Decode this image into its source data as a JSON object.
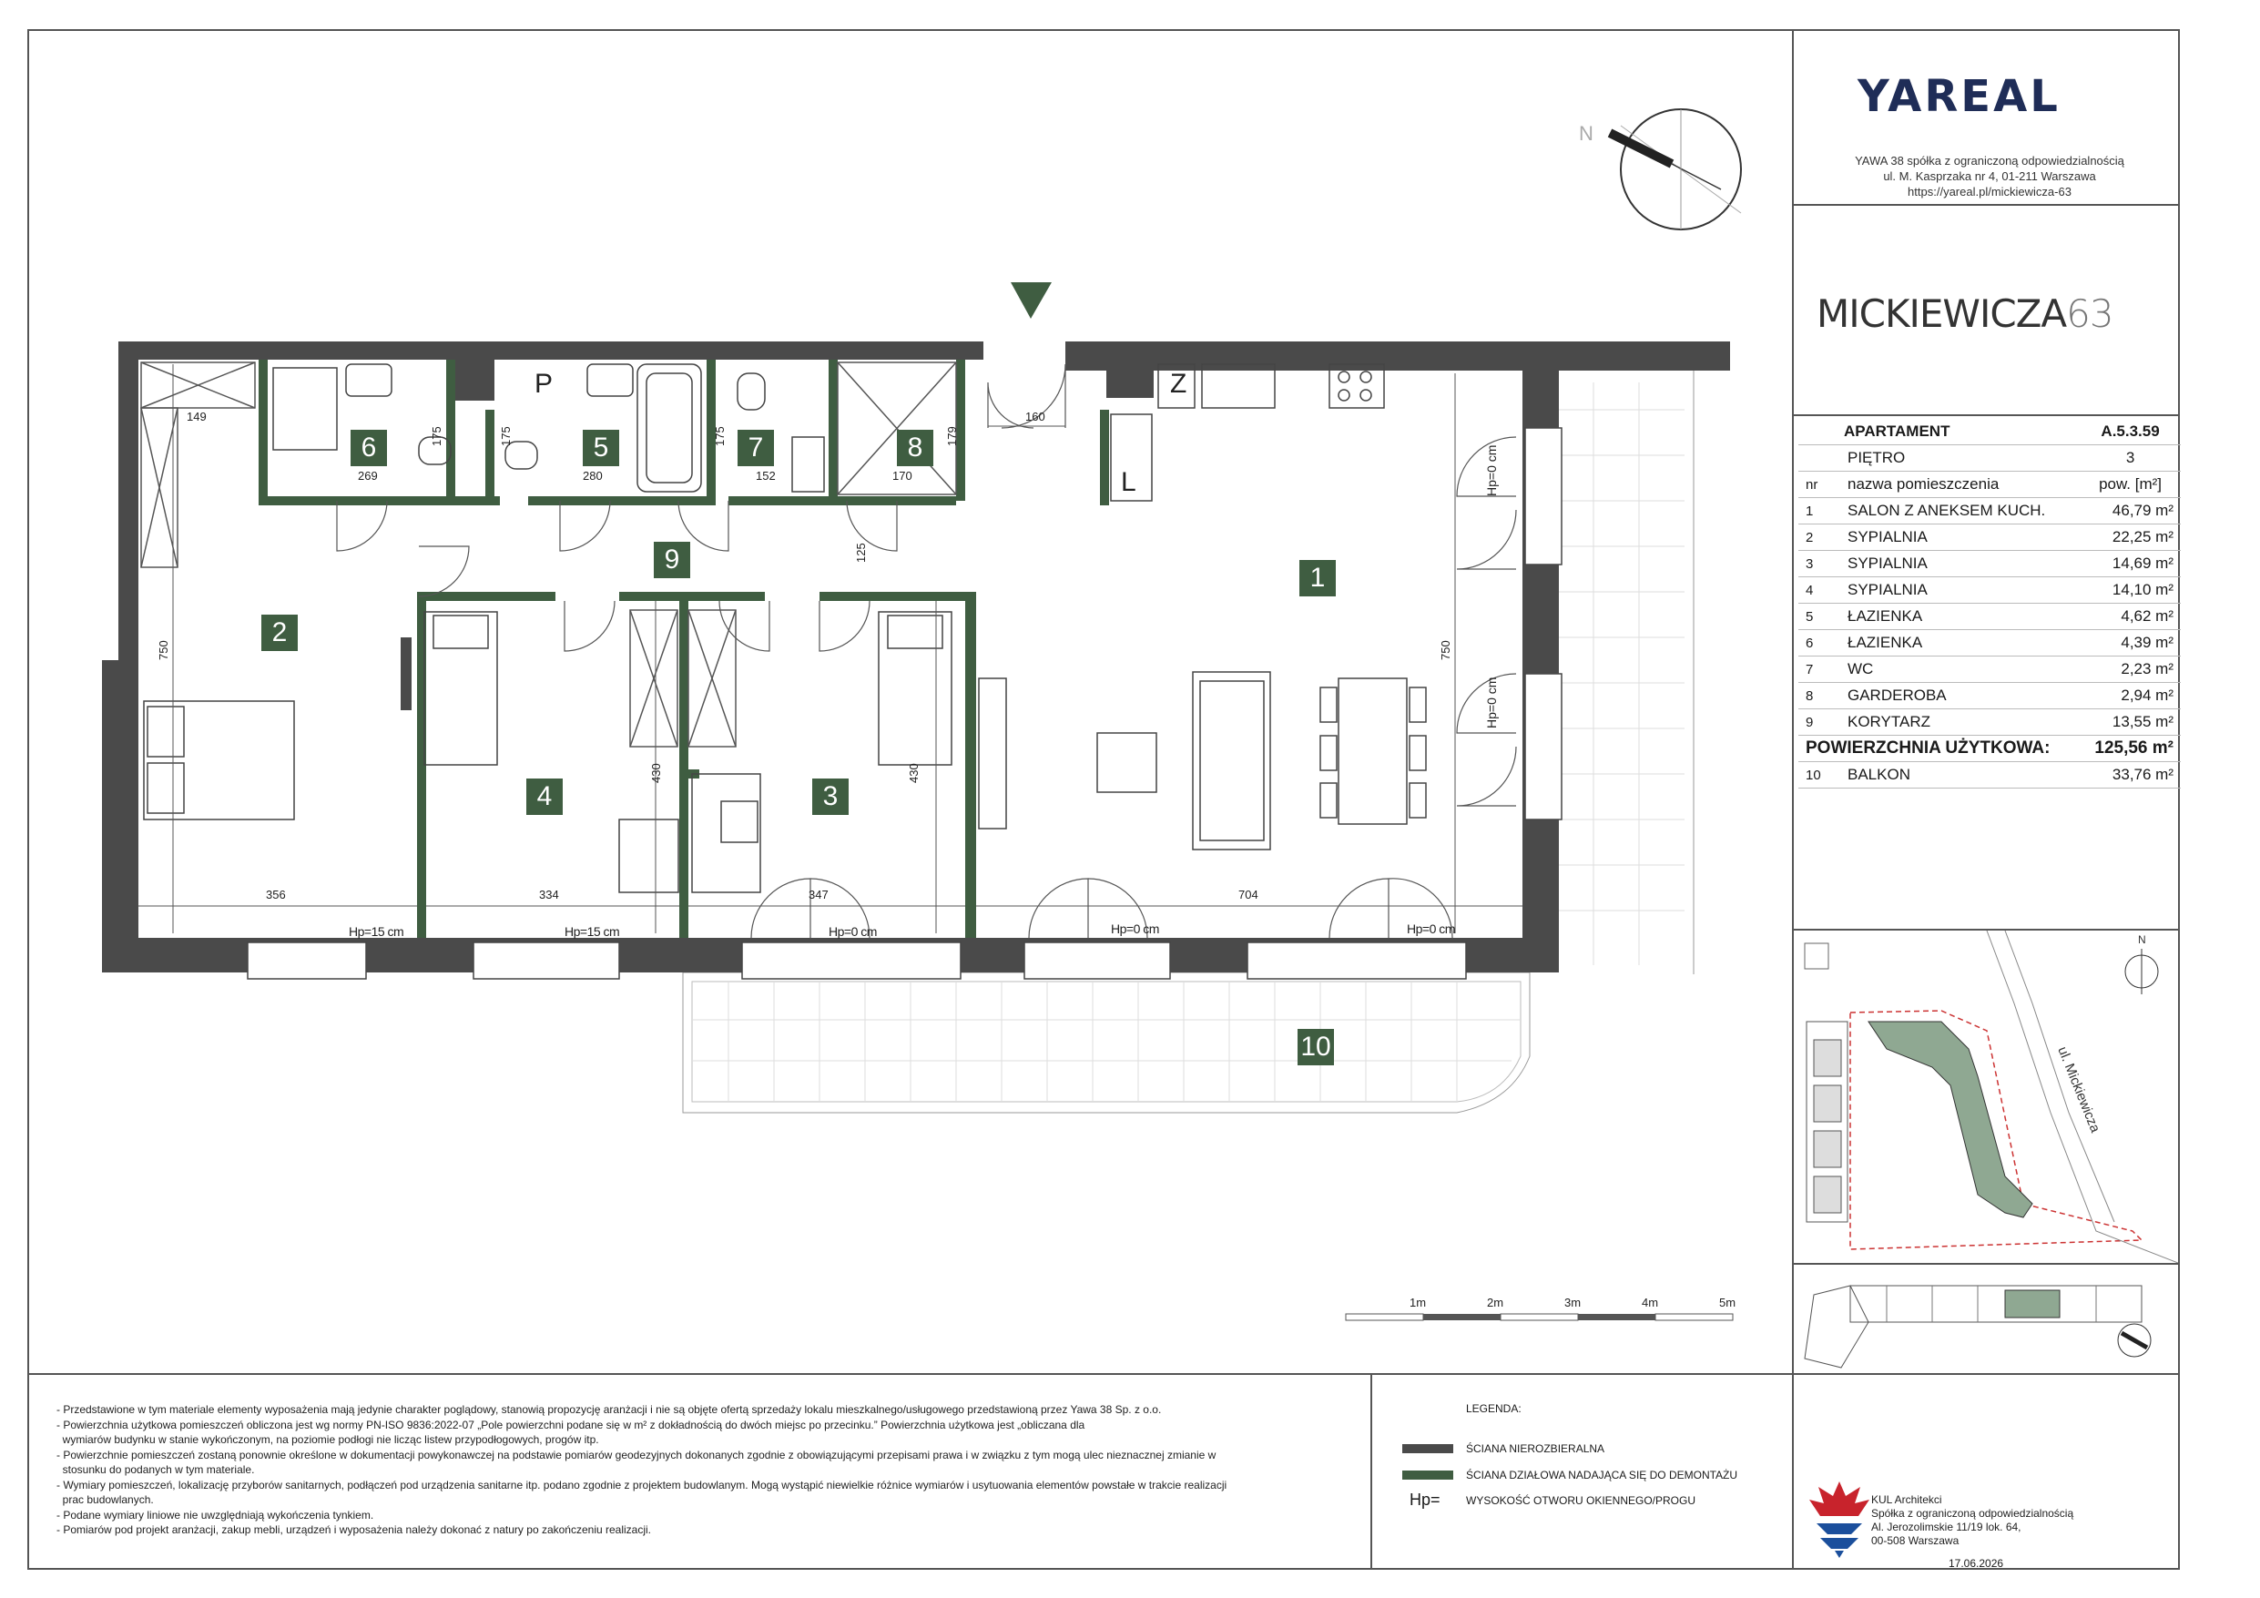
{
  "brand": {
    "logo": "YAREAL"
  },
  "company": {
    "line1": "YAWA 38 spółka z ograniczoną odpowiedzialnością",
    "line2": "ul. M. Kasprzaka nr 4, 01-211 Warszawa",
    "line3": "https://yareal.pl/mickiewicza-63"
  },
  "project": {
    "name": "MICKIEWICZA",
    "number": "63"
  },
  "apartment": {
    "label": "APARTAMENT",
    "code": "A.5.3.59",
    "floor_label": "PIĘTRO",
    "floor": "3",
    "col_nr": "nr",
    "col_name": "nazwa pomieszczenia",
    "col_area": "pow. [m²]",
    "rooms": [
      {
        "nr": "1",
        "name": "SALON Z ANEKSEM KUCH.",
        "area": "46,79 m²"
      },
      {
        "nr": "2",
        "name": "SYPIALNIA",
        "area": "22,25 m²"
      },
      {
        "nr": "3",
        "name": "SYPIALNIA",
        "area": "14,69 m²"
      },
      {
        "nr": "4",
        "name": "SYPIALNIA",
        "area": "14,10 m²"
      },
      {
        "nr": "5",
        "name": "ŁAZIENKA",
        "area": "4,62 m²"
      },
      {
        "nr": "6",
        "name": "ŁAZIENKA",
        "area": "4,39 m²"
      },
      {
        "nr": "7",
        "name": "WC",
        "area": "2,23 m²"
      },
      {
        "nr": "8",
        "name": "GARDEROBA",
        "area": "2,94 m²"
      },
      {
        "nr": "9",
        "name": "KORYTARZ",
        "area": "13,55 m²"
      }
    ],
    "total_label": "POWIERZCHNIA UŻYTKOWA:",
    "total": "125,56 m²",
    "balcony": {
      "nr": "10",
      "name": "BALKON",
      "area": "33,76 m²"
    }
  },
  "plan": {
    "room_numbers": [
      "1",
      "2",
      "3",
      "4",
      "5",
      "6",
      "7",
      "8",
      "9",
      "10"
    ],
    "appliance_letters": {
      "p": "P",
      "z": "Z",
      "l": "L"
    },
    "dims": {
      "d149": "149",
      "d269": "269",
      "d280": "280",
      "d152": "152",
      "d170": "170",
      "d160": "160",
      "d175a": "175",
      "d175b": "175",
      "d175c": "175",
      "d179": "179",
      "d125": "125",
      "d750a": "750",
      "d750b": "750",
      "d430a": "430",
      "d430b": "430",
      "d356": "356",
      "d334": "334",
      "d347": "347",
      "d704": "704"
    },
    "hp": {
      "hp15a": "Hp=15 cm",
      "hp15b": "Hp=15 cm",
      "hp0a": "Hp=0 cm",
      "hp0b": "Hp=0 cm",
      "hp0c": "Hp=0 cm",
      "hp0d": "Hp=0 cm",
      "hp0e": "Hp=0 cm"
    },
    "scale": [
      "1m",
      "2m",
      "3m",
      "4m",
      "5m"
    ],
    "street": "ul. Mickiewicza"
  },
  "notes": [
    "- Przedstawione w tym materiale elementy wyposażenia mają jedynie charakter poglądowy, stanowią propozycję aranżacji i nie są objęte ofertą sprzedaży lokalu mieszkalnego/usługowego przedstawioną przez Yawa 38 Sp. z o.o.",
    "- Powierzchnia użytkowa pomieszczeń obliczona jest wg normy PN-ISO 9836:2022-07 „Pole powierzchni podane się w m² z dokładnością do dwóch miejsc po przecinku.” Powierzchnia użytkowa jest „obliczana dla",
    "  wymiarów budynku w stanie wykończonym, na poziomie podłogi nie licząc listew przypodłogowych, progów itp.",
    "- Powierzchnie pomieszczeń zostaną ponownie określone w dokumentacji powykonawczej na podstawie pomiarów geodezyjnych dokonanych zgodnie z obowiązującymi przepisami prawa i w związku z tym mogą ulec nieznacznej zmianie w",
    "  stosunku do podanych w tym materiale.",
    "- Wymiary pomieszczeń, lokalizację przyborów sanitarnych, podłączeń pod urządzenia sanitarne itp. podano zgodnie z projektem budowlanym. Mogą wystąpić niewielkie różnice wymiarów i usytuowania elementów powstałe w trakcie realizacji",
    "  prac budowlanych.",
    "- Podane wymiary liniowe nie uwzględniają wykończenia tynkiem.",
    "- Pomiarów pod projekt aranżacji, zakup mebli, urządzeń i wyposażenia należy dokonać z natury po zakończeniu realizacji."
  ],
  "legend": {
    "title": "LEGENDA:",
    "wall_fixed": "ŚCIANA NIEROZBIERALNA",
    "wall_removable": "ŚCIANA DZIAŁOWA NADAJĄCA SIĘ DO DEMONTAŻU",
    "hp_symbol": "Hp=",
    "hp_text": "WYSOKOŚĆ OTWORU OKIENNEGO/PROGU",
    "colors": {
      "fixed": "#4a4a4a",
      "removable": "#3f5d41"
    }
  },
  "architect": {
    "name": "KUL Architekci",
    "line1": "Spółka z ograniczoną odpowiedzialnością",
    "line2": "Al. Jerozolimskie 11/19 lok. 64,",
    "line3": "00-508 Warszawa"
  },
  "date": "17.06.2026"
}
